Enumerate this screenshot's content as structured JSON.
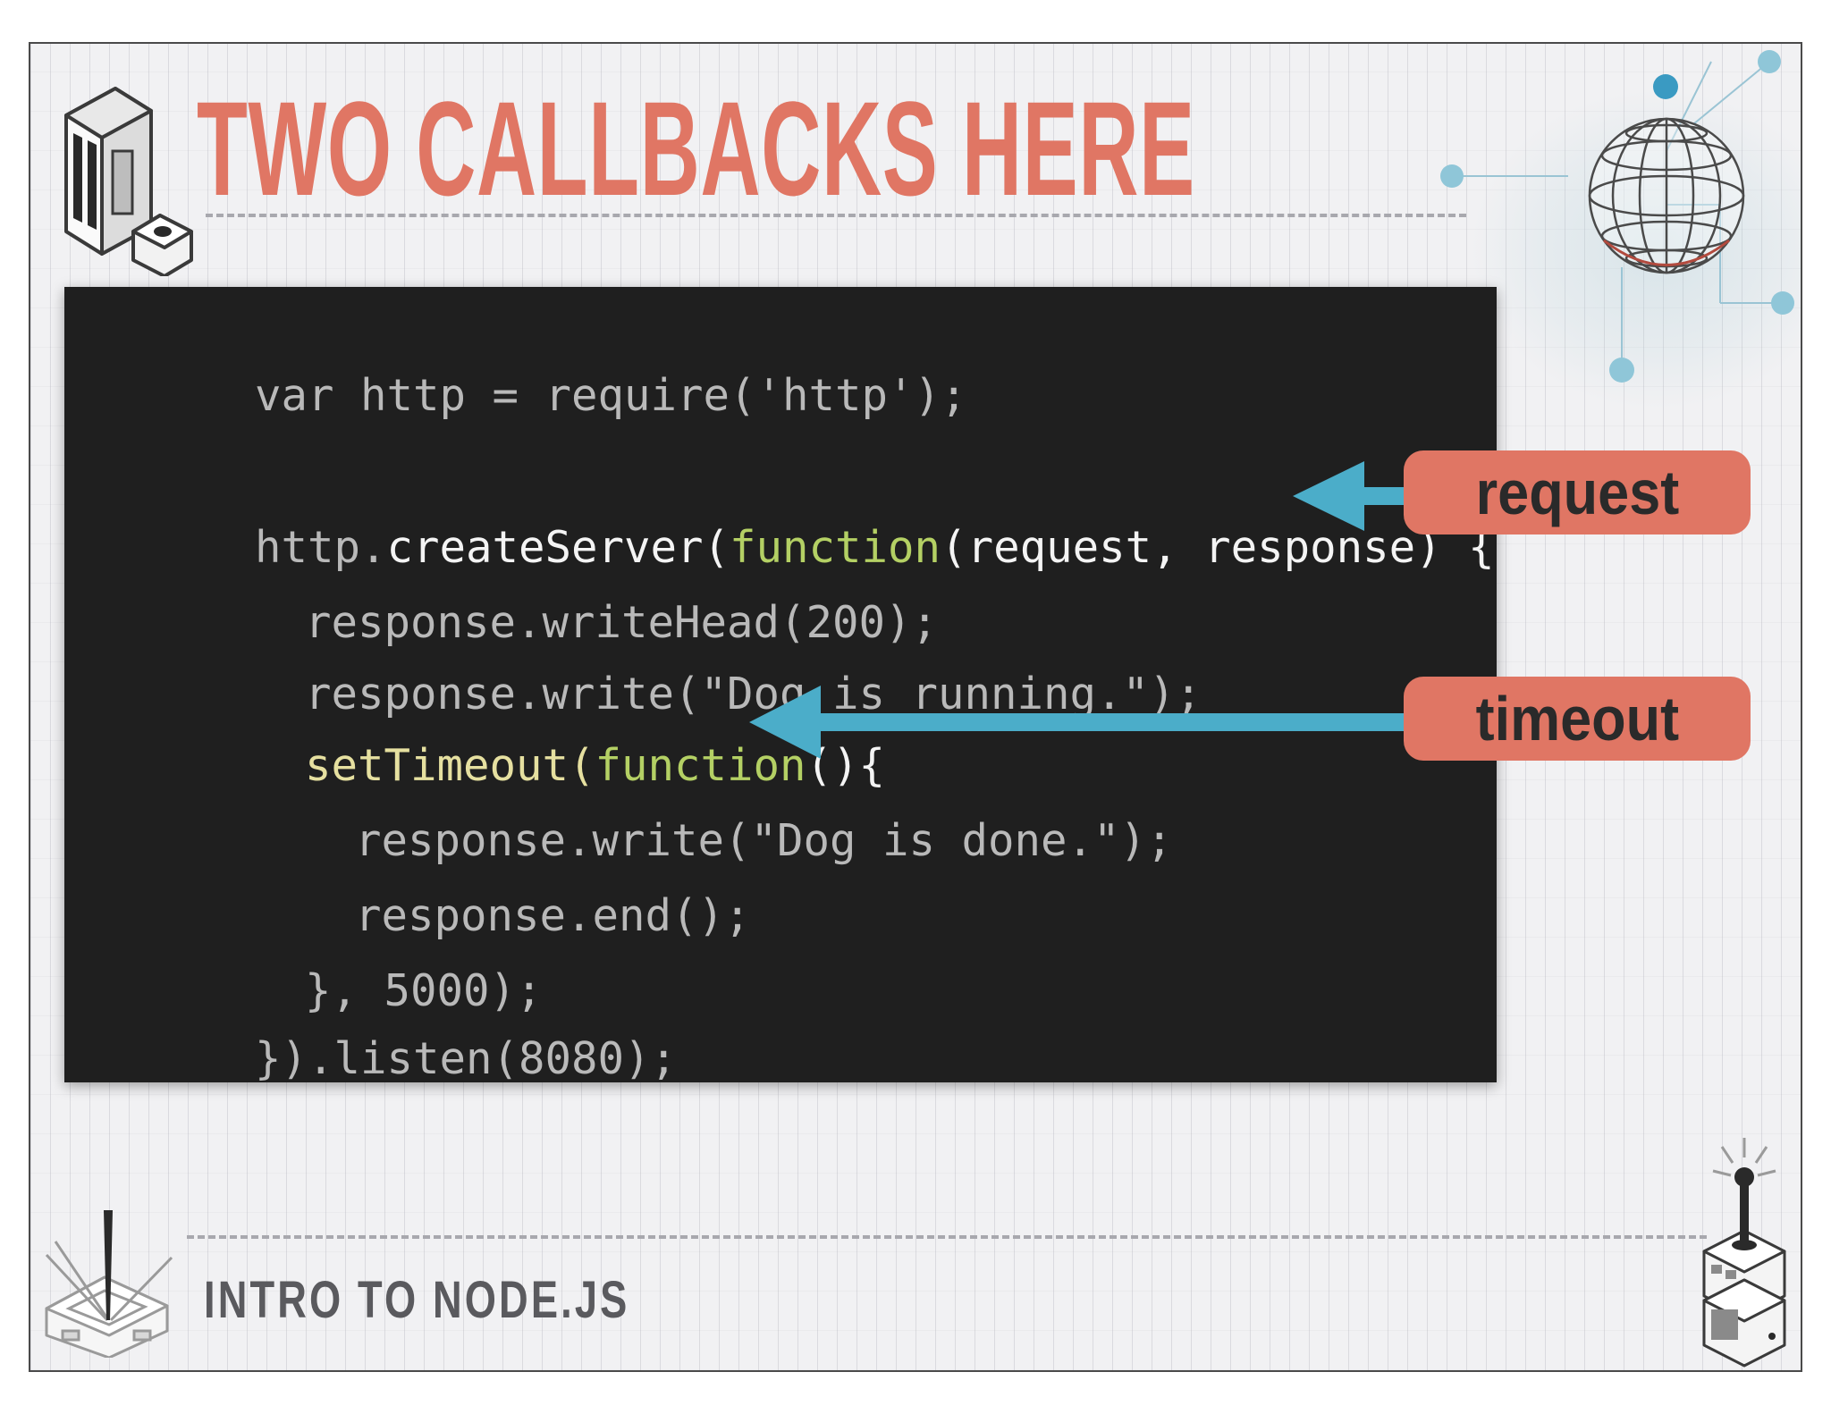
{
  "slide": {
    "title": "TWO CALLBACKS HERE",
    "footer": "INTRO TO NODE.JS"
  },
  "code": {
    "line1": {
      "a": "var http = require('http');"
    },
    "line2": {
      "a": "http.",
      "b": "createServer(",
      "c": "function",
      "d": "(request, response) {"
    },
    "line3": {
      "a": "response.writeHead(200);"
    },
    "line4": {
      "a": "response.write(\"Dog is running.\");"
    },
    "line5": {
      "a": "setTimeout(",
      "b": "function",
      "c": "(){"
    },
    "line6": {
      "a": "response.write(\"Dog is done.\");"
    },
    "line7": {
      "a": "response.end();"
    },
    "line8": {
      "a": "}, ",
      "b": "5000);"
    },
    "line9": {
      "a": "}).listen(8080);"
    }
  },
  "callouts": {
    "request": "request",
    "timeout": "timeout"
  },
  "colors": {
    "accent": "#e07664",
    "arrow": "#4badc9",
    "code_bg": "#1f1f1f",
    "keyword_green": "#b4d064"
  },
  "icons": [
    "server-tower-icon",
    "globe-network-icon",
    "nodes-graph-icon",
    "radar-box-icon",
    "antenna-box-icon"
  ]
}
